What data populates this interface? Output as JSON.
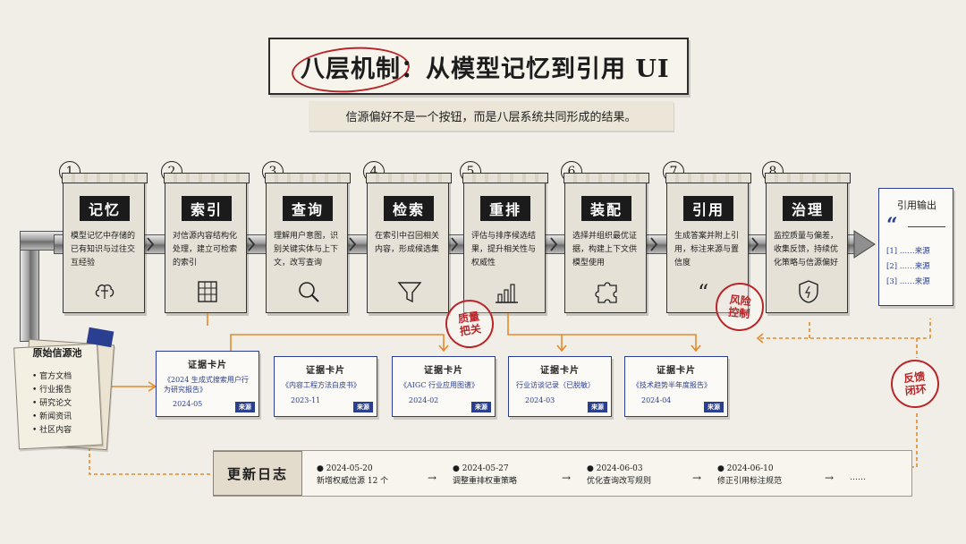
{
  "title": "八层机制：从模型记忆到引用 UI",
  "subtitle": "信源偏好不是一个按钮，而是八层系统共同形成的结果。",
  "steps": [
    {
      "num": "1",
      "label": "记忆",
      "desc": "模型记忆中存储的已有知识与过往交互经验",
      "icon": "brain-icon"
    },
    {
      "num": "2",
      "label": "索引",
      "desc": "对信源内容结构化处理，建立可检索的索引",
      "icon": "grid-document-icon"
    },
    {
      "num": "3",
      "label": "查询",
      "desc": "理解用户意图，识别关键实体与上下文，改写查询",
      "icon": "magnifier-icon"
    },
    {
      "num": "4",
      "label": "检索",
      "desc": "在索引中召回相关内容，形成候选集",
      "icon": "funnel-icon"
    },
    {
      "num": "5",
      "label": "重排",
      "desc": "评估与排序候选结果，提升相关性与权威性",
      "icon": "bar-chart-icon"
    },
    {
      "num": "6",
      "label": "装配",
      "desc": "选择并组织最优证据，构建上下文供模型使用",
      "icon": "puzzle-icon"
    },
    {
      "num": "7",
      "label": "引用",
      "desc": "生成答案并附上引用，标注来源与置信度",
      "icon": "quote-icon"
    },
    {
      "num": "8",
      "label": "治理",
      "desc": "监控质量与偏差，收集反馈，持续优化策略与信源偏好",
      "icon": "shield-icon"
    }
  ],
  "stamps": {
    "quality": "质量把关",
    "risk": "风险控制",
    "feedback": "反馈闭环"
  },
  "source_pool": {
    "title": "原始信源池",
    "items": [
      "官方文档",
      "行业报告",
      "研究论文",
      "新闻资讯",
      "社区内容"
    ]
  },
  "citation_output": {
    "title": "引用输出",
    "items": [
      "[1] ……来源",
      "[2] ……来源",
      "[3] ……来源"
    ]
  },
  "cards": [
    {
      "title": "证据卡片",
      "doc": "《2024 生成式搜索用户行为研究报告》",
      "date": "2024-05",
      "tag": "来源"
    },
    {
      "title": "证据卡片",
      "doc": "《内容工程方法白皮书》",
      "date": "2023-11",
      "tag": "来源"
    },
    {
      "title": "证据卡片",
      "doc": "《AIGC 行业应用图谱》",
      "date": "2024-02",
      "tag": "来源"
    },
    {
      "title": "证据卡片",
      "doc": "行业访谈记录（已脱敏）",
      "date": "2024-03",
      "tag": "来源"
    },
    {
      "title": "证据卡片",
      "doc": "《技术趋势半年度报告》",
      "date": "2024-04",
      "tag": "来源"
    }
  ],
  "update_log": {
    "label": "更新日志",
    "entries": [
      {
        "date": "2024-05-20",
        "text": "新增权威信源 12 个"
      },
      {
        "date": "2024-05-27",
        "text": "调整重排权重策略"
      },
      {
        "date": "2024-06-03",
        "text": "优化查询改写规则"
      },
      {
        "date": "2024-06-10",
        "text": "修正引用标注规范"
      }
    ],
    "ellipsis": "……"
  },
  "colors": {
    "accent_red": "#b9262a",
    "accent_blue": "#2a3f8f",
    "arrow_orange": "#e38a2c"
  }
}
